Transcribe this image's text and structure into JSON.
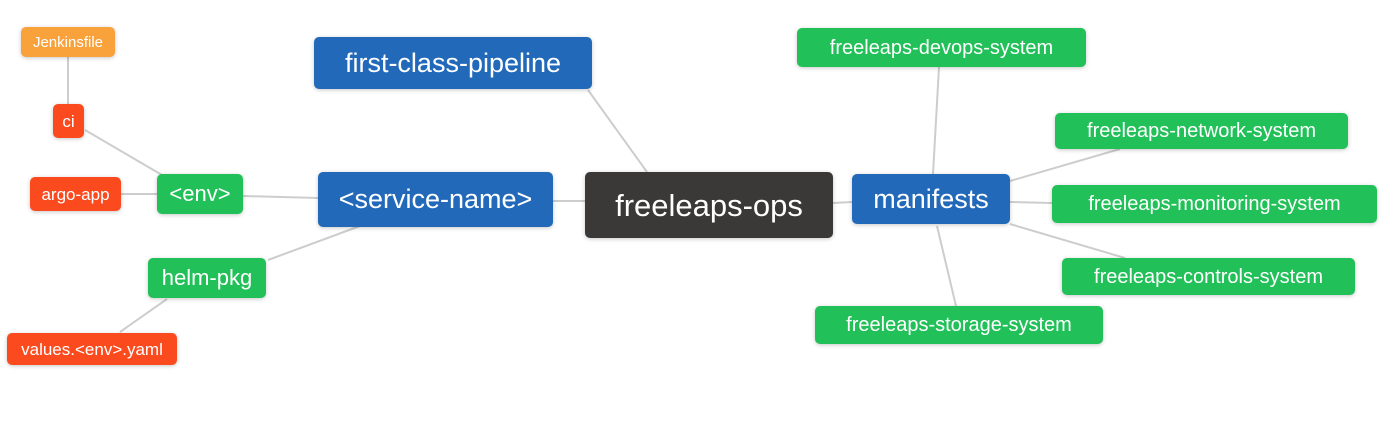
{
  "diagram": {
    "type": "mindmap",
    "colors": {
      "root": "#3B3838",
      "branch": "#2269BA",
      "green": "#21C058",
      "orange": "#F9A23C",
      "red": "#FB4B1E",
      "edge": "#CDCDCD",
      "text": "#FFFFFF",
      "background": "#FFFFFF"
    },
    "nodes": [
      {
        "id": "freeleaps-ops",
        "label": "freeleaps-ops",
        "role": "root"
      },
      {
        "id": "first-class-pipeline",
        "label": "first-class-pipeline",
        "role": "branch"
      },
      {
        "id": "service-name",
        "label": "<service-name>",
        "role": "branch"
      },
      {
        "id": "manifests",
        "label": "manifests",
        "role": "branch"
      },
      {
        "id": "env",
        "label": "<env>",
        "role": "green"
      },
      {
        "id": "helm-pkg",
        "label": "helm-pkg",
        "role": "green"
      },
      {
        "id": "ci",
        "label": "ci",
        "role": "red"
      },
      {
        "id": "argo-app",
        "label": "argo-app",
        "role": "red"
      },
      {
        "id": "jenkinsfile",
        "label": "Jenkinsfile",
        "role": "orange"
      },
      {
        "id": "values-env-yaml",
        "label": "values.<env>.yaml",
        "role": "red"
      },
      {
        "id": "freeleaps-devops-system",
        "label": "freeleaps-devops-system",
        "role": "green"
      },
      {
        "id": "freeleaps-network-system",
        "label": "freeleaps-network-system",
        "role": "green"
      },
      {
        "id": "freeleaps-monitoring-system",
        "label": "freeleaps-monitoring-system",
        "role": "green"
      },
      {
        "id": "freeleaps-controls-system",
        "label": "freeleaps-controls-system",
        "role": "green"
      },
      {
        "id": "freeleaps-storage-system",
        "label": "freeleaps-storage-system",
        "role": "green"
      }
    ],
    "edges": [
      {
        "from": "jenkinsfile",
        "to": "ci"
      },
      {
        "from": "ci",
        "to": "env"
      },
      {
        "from": "argo-app",
        "to": "env"
      },
      {
        "from": "env",
        "to": "service-name"
      },
      {
        "from": "service-name",
        "to": "helm-pkg"
      },
      {
        "from": "helm-pkg",
        "to": "values-env-yaml"
      },
      {
        "from": "first-class-pipeline",
        "to": "freeleaps-ops"
      },
      {
        "from": "service-name",
        "to": "freeleaps-ops"
      },
      {
        "from": "freeleaps-ops",
        "to": "manifests"
      },
      {
        "from": "manifests",
        "to": "freeleaps-devops-system"
      },
      {
        "from": "manifests",
        "to": "freeleaps-network-system"
      },
      {
        "from": "manifests",
        "to": "freeleaps-monitoring-system"
      },
      {
        "from": "manifests",
        "to": "freeleaps-controls-system"
      },
      {
        "from": "manifests",
        "to": "freeleaps-storage-system"
      }
    ]
  }
}
